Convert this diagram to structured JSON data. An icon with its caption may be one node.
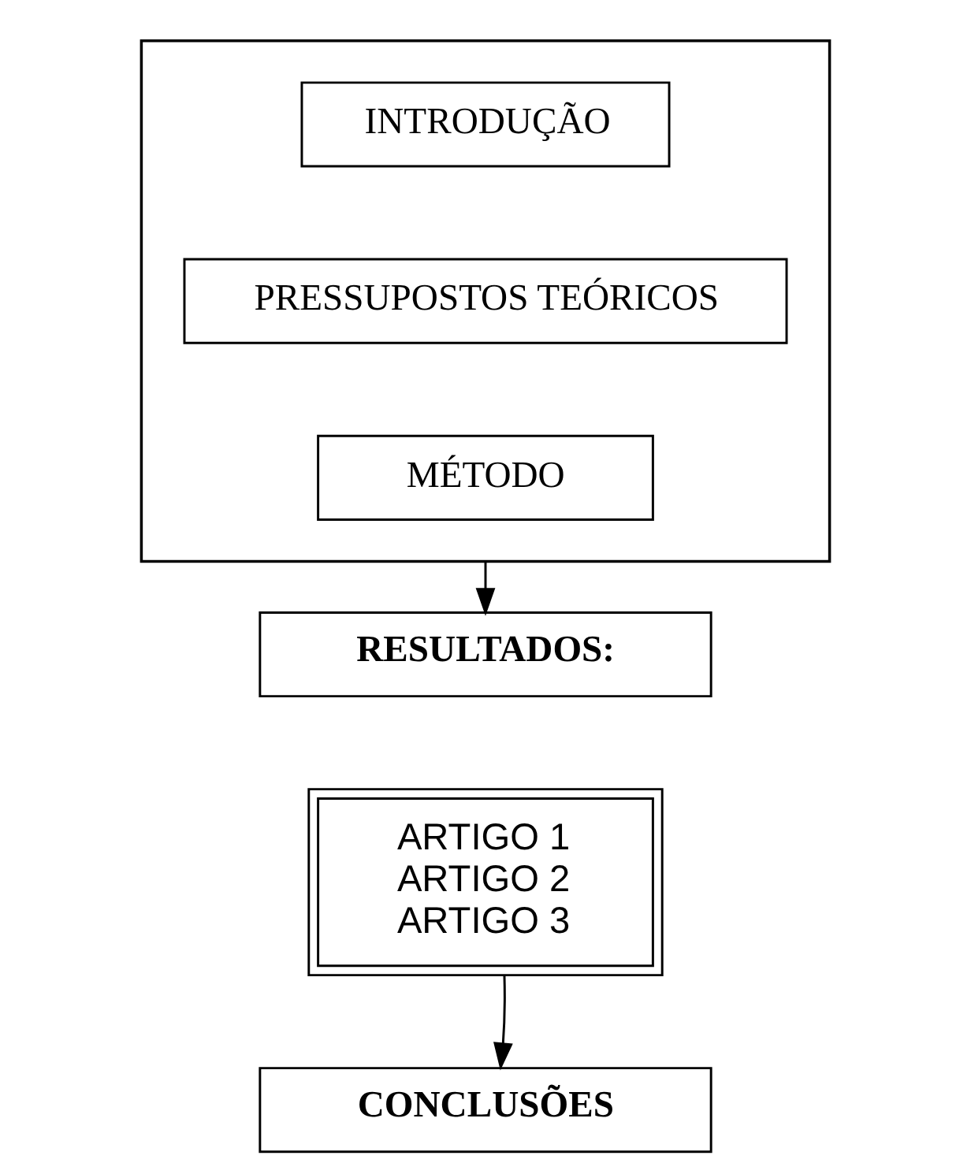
{
  "diagram": {
    "nodes": [
      {
        "text": [],
        "shape": "box"
      },
      {
        "text": [
          "INTRODUÇÃO"
        ],
        "in": 0
      },
      {
        "text": [
          "PRESSUPOSTOS TEÓRICOS"
        ],
        "in": 0
      },
      {
        "text": [
          "MÉTODO"
        ],
        "in": 0
      },
      {
        "text": [
          "RESULTADOS:"
        ]
      },
      {
        "text": [
          "ARTIGO 1",
          "ARTIGO 2",
          "ARTIGO 3"
        ]
      },
      {
        "text": [
          "CONCLUSÕES"
        ]
      }
    ],
    "edges": [
      {
        "from": 0,
        "to": 4,
        "arrow": "to"
      },
      {
        "from": 5,
        "to": 6,
        "arrow": "to"
      }
    ]
  }
}
